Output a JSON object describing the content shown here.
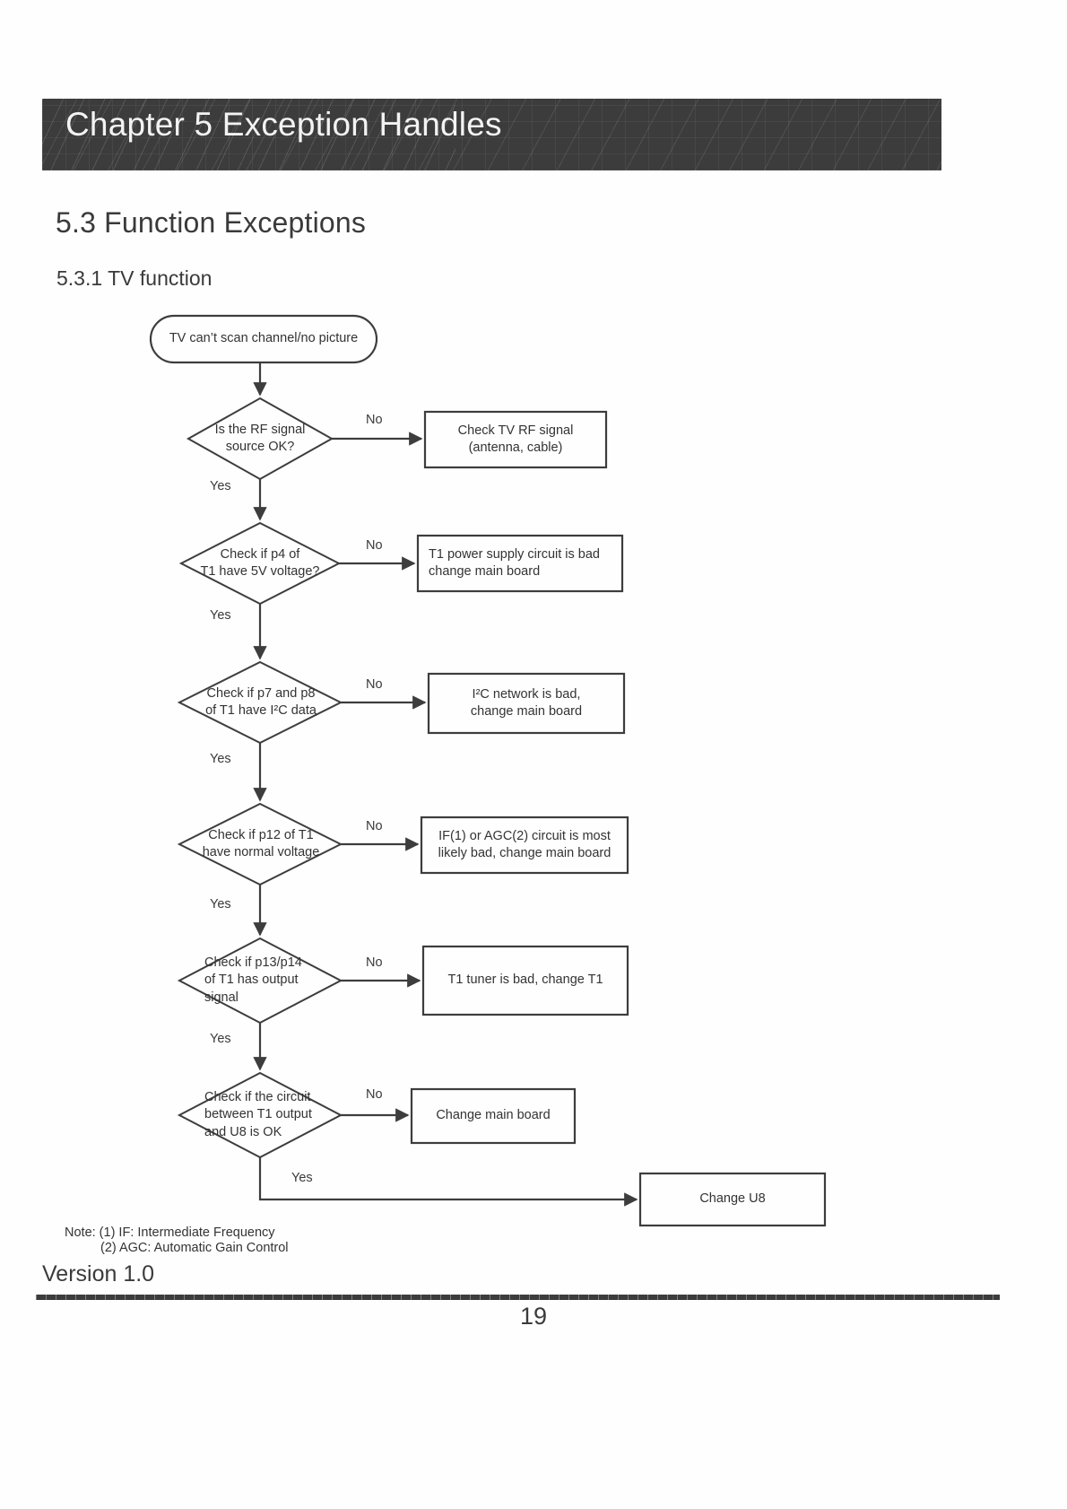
{
  "header": {
    "chapter_title": "Chapter 5 Exception Handles"
  },
  "headings": {
    "section": "5.3 Function Exceptions",
    "subsection": "5.3.1 TV function"
  },
  "flow": {
    "start": {
      "label": "TV can’t scan channel/no picture"
    },
    "steps": [
      {
        "decision": "Is the RF signal\nsource OK?",
        "no_label": "No",
        "yes_label": "Yes",
        "outcome": "Check TV RF signal\n(antenna, cable)"
      },
      {
        "decision": "Check if p4 of\nT1 have 5V voltage?",
        "no_label": "No",
        "yes_label": "Yes",
        "outcome": "T1 power supply circuit is bad\nchange main board"
      },
      {
        "decision": "Check if p7 and p8\nof T1 have I²C data",
        "no_label": "No",
        "yes_label": "Yes",
        "outcome": "I²C network is bad,\nchange main board"
      },
      {
        "decision": "Check if p12 of T1\nhave normal voltage",
        "no_label": "No",
        "yes_label": "Yes",
        "outcome": "IF(1) or AGC(2) circuit is most\nlikely bad, change main board"
      },
      {
        "decision": "Check if p13/p14\nof T1 has output\nsignal",
        "no_label": "No",
        "yes_label": "Yes",
        "outcome": "T1 tuner is bad, change T1"
      },
      {
        "decision": "Check if the circuit\nbetween T1 output\nand U8 is OK",
        "no_label": "No",
        "yes_label": "Yes",
        "outcome": "Change main board"
      }
    ],
    "final": {
      "label": "Change  U8"
    }
  },
  "notes": {
    "line1": "Note: (1) IF: Intermediate Frequency",
    "line2": "(2) AGC: Automatic Gain Control"
  },
  "footer": {
    "version": "Version 1.0",
    "page_number": "19"
  },
  "colors": {
    "banner_bg": "#3c3c3c",
    "ink": "#333333",
    "stroke": "#3d3d3d"
  }
}
